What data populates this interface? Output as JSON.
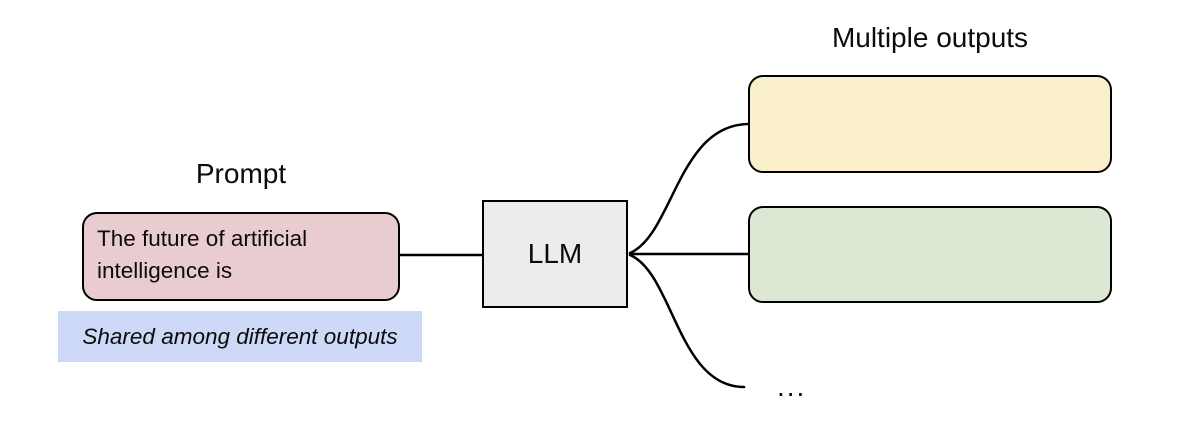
{
  "diagram": {
    "prompt": {
      "label": "Prompt",
      "box_text": "The future of artificial intelligence is",
      "note": "Shared among different outputs"
    },
    "llm": {
      "label": "LLM"
    },
    "outputs": {
      "label": "Multiple outputs",
      "ellipsis": "..."
    },
    "colors": {
      "prompt_box_fill": "#e8cccf",
      "llm_box_fill": "#ececec",
      "output_box_top_fill": "#f9f0cb",
      "output_box_bottom_fill": "#dde8d4",
      "note_highlight_fill": "#cdd9f6",
      "stroke": "#000000",
      "background": "#ffffff"
    }
  }
}
